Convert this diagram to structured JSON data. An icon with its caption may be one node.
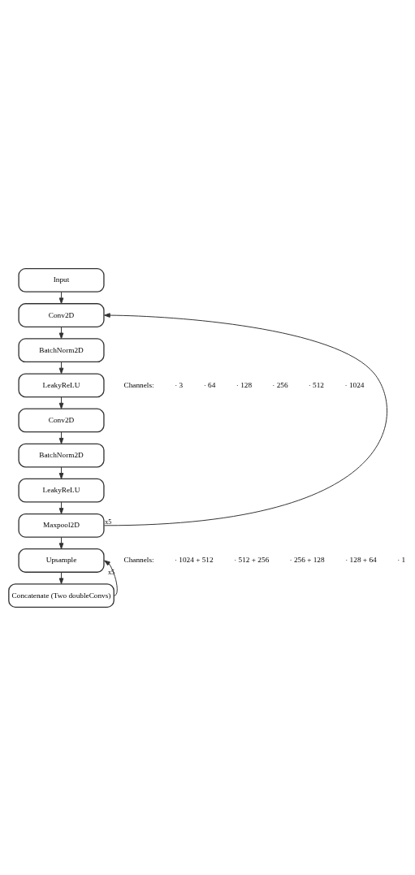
{
  "diagram": {
    "nodes": [
      {
        "text": [
          "Input"
        ]
      },
      {
        "text": [
          "Conv2D"
        ]
      },
      {
        "text": [
          "BatchNorm2D"
        ]
      },
      {
        "text": [
          "LeakyReLU"
        ]
      },
      {
        "text": [
          "Conv2D"
        ]
      },
      {
        "text": [
          "BatchNorm2D"
        ]
      },
      {
        "text": [
          "LeakyReLU"
        ]
      },
      {
        "text": [
          "Maxpool2D"
        ]
      },
      {
        "text": [
          "Upsample"
        ]
      },
      {
        "text": [
          "Concatenate (Two doubleConvs)"
        ]
      }
    ],
    "edges": [
      {
        "from": 0,
        "to": 1,
        "arrow": "to"
      },
      {
        "from": 1,
        "to": 2,
        "arrow": "to"
      },
      {
        "from": 2,
        "to": 3,
        "arrow": "to"
      },
      {
        "from": 3,
        "to": 4,
        "arrow": "to"
      },
      {
        "from": 4,
        "to": 5,
        "arrow": "to"
      },
      {
        "from": 5,
        "to": 6,
        "arrow": "to"
      },
      {
        "from": 6,
        "to": 7,
        "arrow": "to"
      },
      {
        "from": 7,
        "to": 1,
        "arrow": "to",
        "label": "x5"
      },
      {
        "from": 7,
        "to": 8,
        "arrow": "to"
      },
      {
        "from": 8,
        "to": 9,
        "arrow": "to"
      },
      {
        "from": 9,
        "to": 8,
        "arrow": "to",
        "label": "x5"
      }
    ],
    "labels": [
      "Channels:",
      "· 3",
      "· 64",
      "· 128",
      "· 256",
      "· 512",
      "· 1024",
      "Channels:",
      "· 1024 + 512",
      "· 512 + 256",
      "· 256 + 128",
      "· 128 + 64",
      "· 1"
    ]
  }
}
